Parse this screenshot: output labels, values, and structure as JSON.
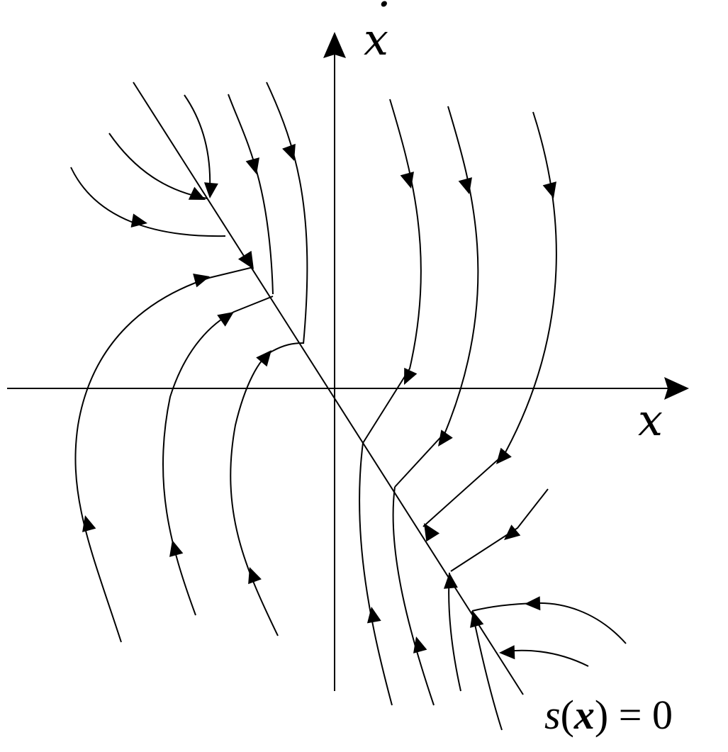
{
  "diagram": {
    "description_type": "phase-portrait-sliding-mode",
    "axes": {
      "x_label": "x",
      "y_label_base": "x",
      "y_label_accent": "·"
    },
    "sliding_line_label": {
      "s": "s",
      "open_paren": "(",
      "x": "x",
      "close_paren": ")",
      "equals": " = 0"
    },
    "stroke_color": "#000000",
    "background_color": "#ffffff"
  }
}
